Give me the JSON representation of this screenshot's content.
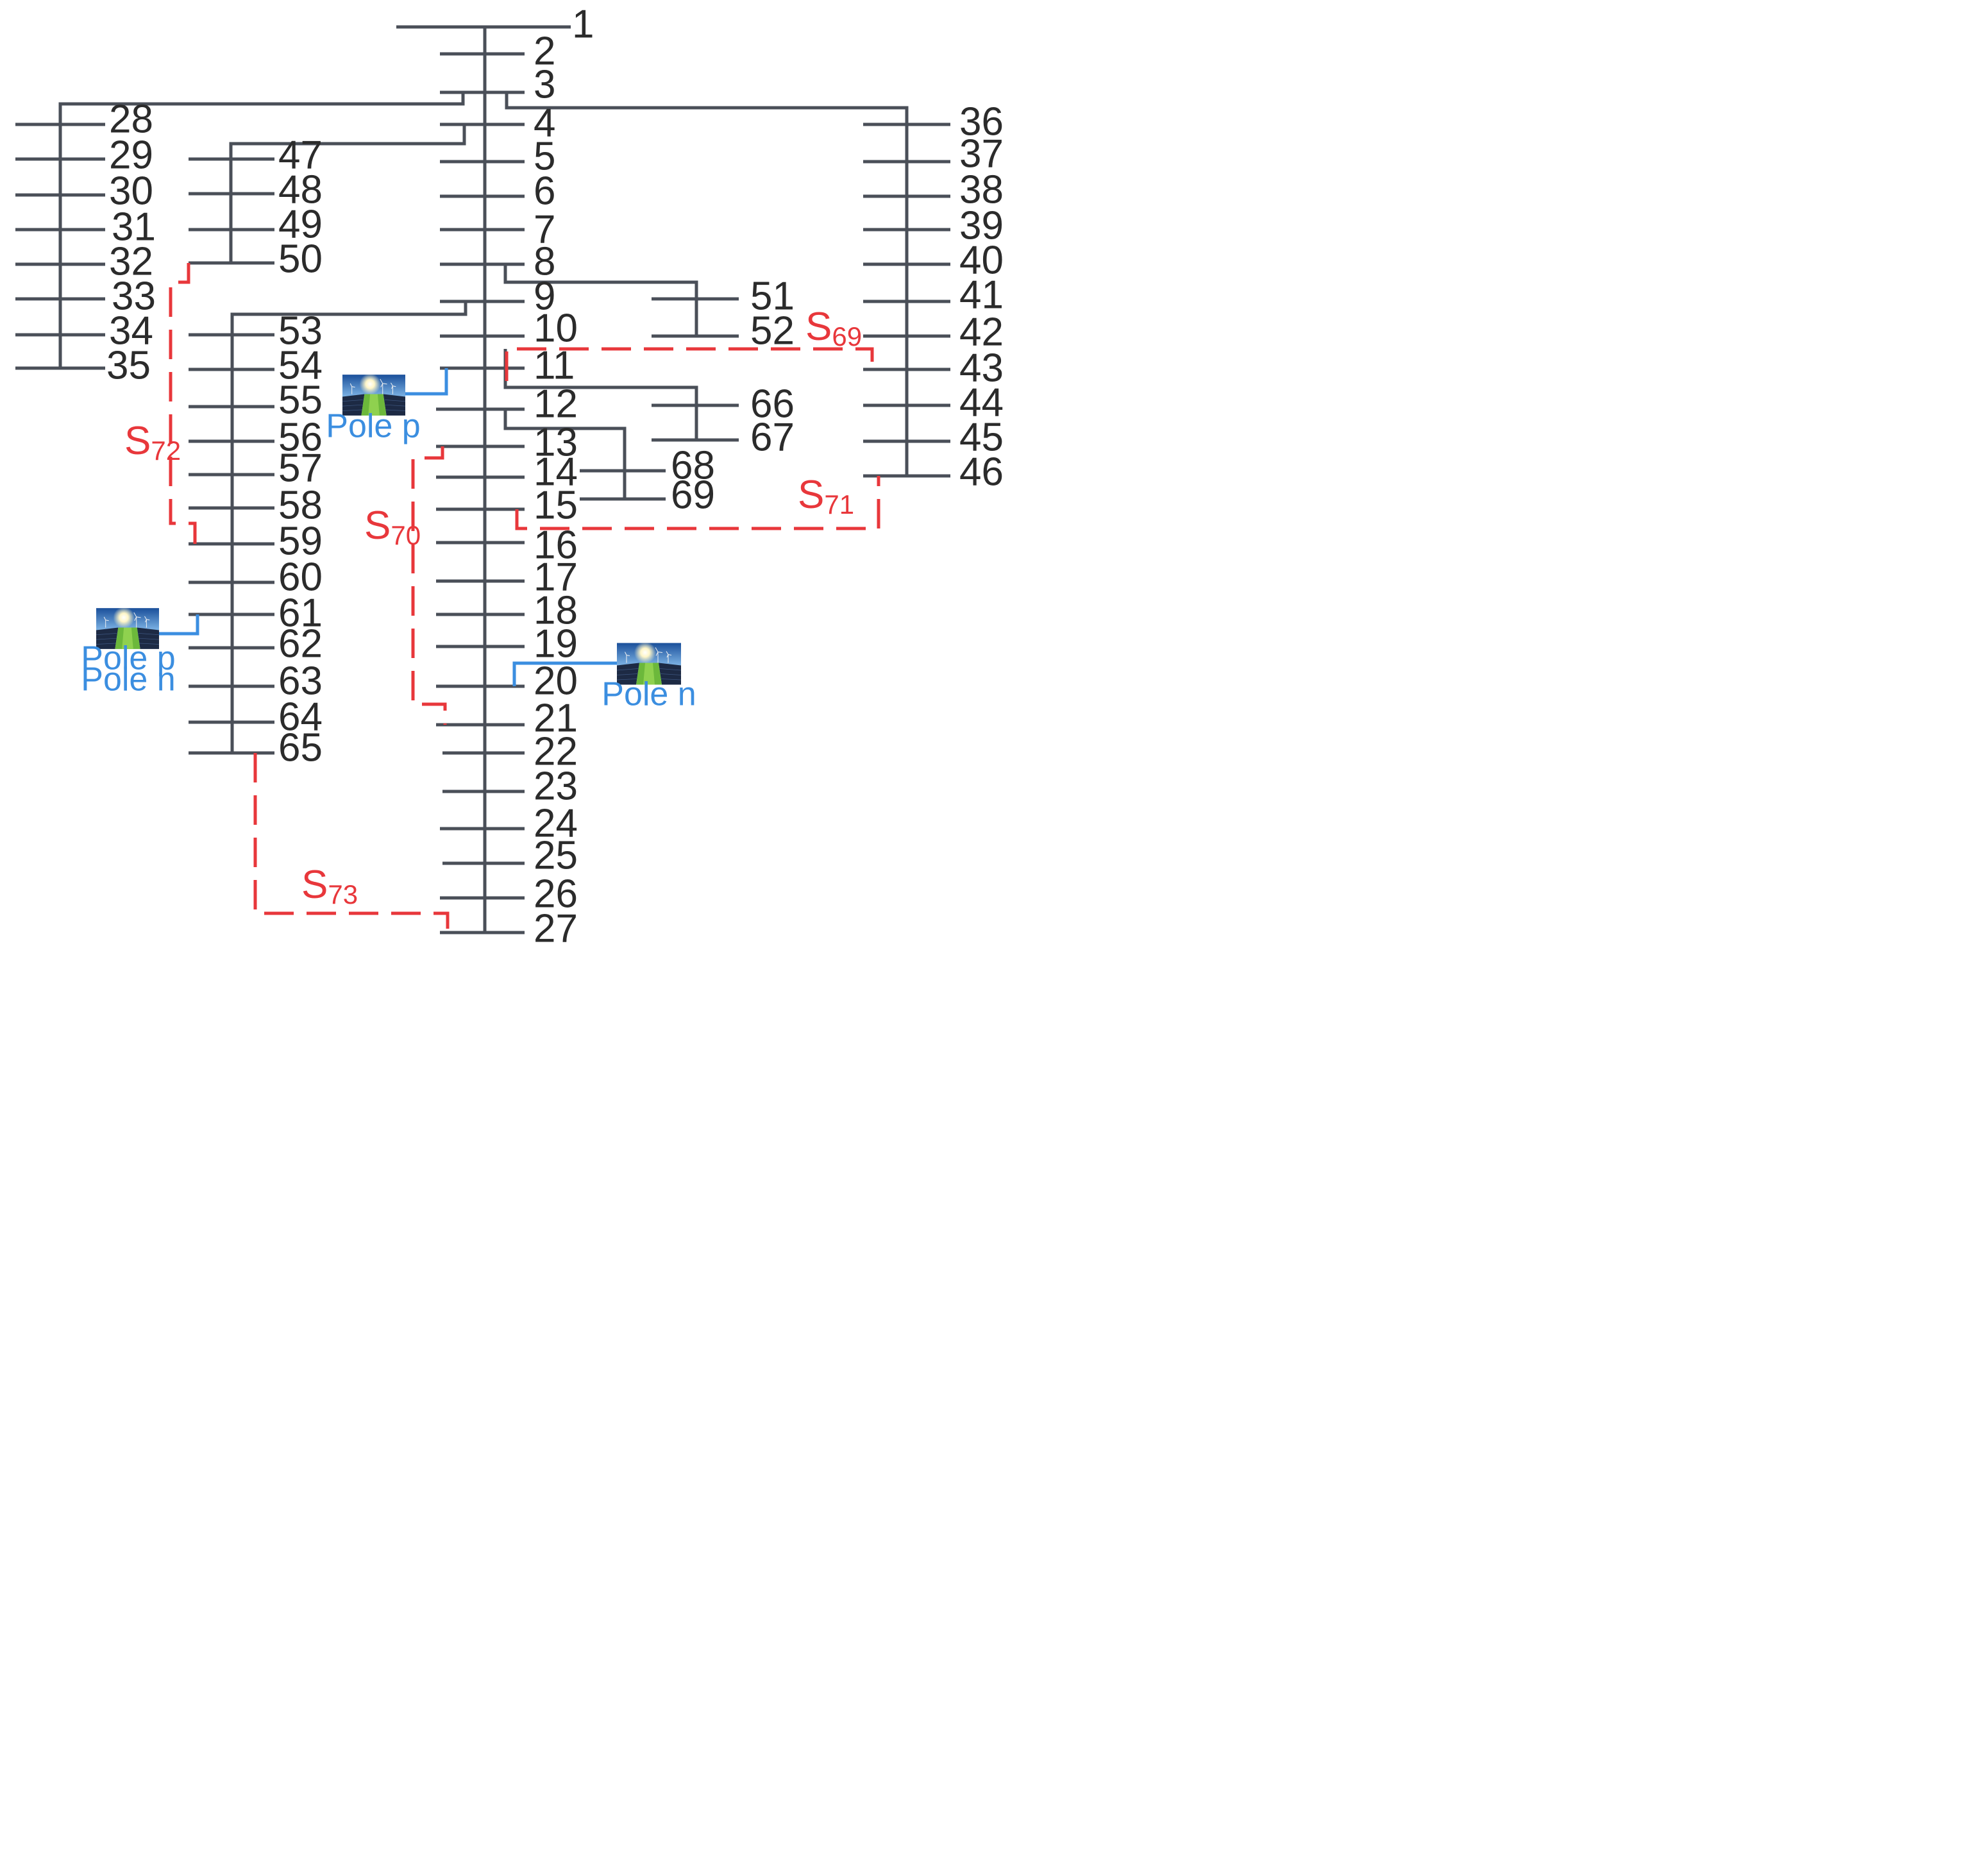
{
  "buses": [
    "1",
    "2",
    "3",
    "4",
    "5",
    "6",
    "7",
    "8",
    "9",
    "10",
    "11",
    "12",
    "13",
    "14",
    "15",
    "16",
    "17",
    "18",
    "19",
    "20",
    "21",
    "22",
    "23",
    "24",
    "25",
    "26",
    "27",
    "28",
    "29",
    "30",
    "31",
    "32",
    "33",
    "34",
    "35",
    "36",
    "37",
    "38",
    "39",
    "40",
    "41",
    "42",
    "43",
    "44",
    "45",
    "46",
    "47",
    "48",
    "49",
    "50",
    "51",
    "52",
    "53",
    "54",
    "55",
    "56",
    "57",
    "58",
    "59",
    "60",
    "61",
    "62",
    "63",
    "64",
    "65",
    "66",
    "67",
    "68",
    "69"
  ],
  "tie_switches": [
    {
      "id": "S69",
      "base": "S",
      "sub": "69"
    },
    {
      "id": "S70",
      "base": "S",
      "sub": "70"
    },
    {
      "id": "S71",
      "base": "S",
      "sub": "71"
    },
    {
      "id": "S72",
      "base": "S",
      "sub": "72"
    },
    {
      "id": "S73",
      "base": "S",
      "sub": "73"
    }
  ],
  "generators": [
    {
      "id": "gen-bus-11",
      "labels": [
        "Pole p"
      ]
    },
    {
      "id": "gen-bus-61",
      "labels": [
        "Pole p",
        "Pole n"
      ]
    },
    {
      "id": "gen-bus-20",
      "labels": [
        "Pole n"
      ]
    }
  ],
  "colors": {
    "network": "#4a4f58",
    "tie_switch": "#e8373b",
    "generator": "#3b8ee0"
  }
}
